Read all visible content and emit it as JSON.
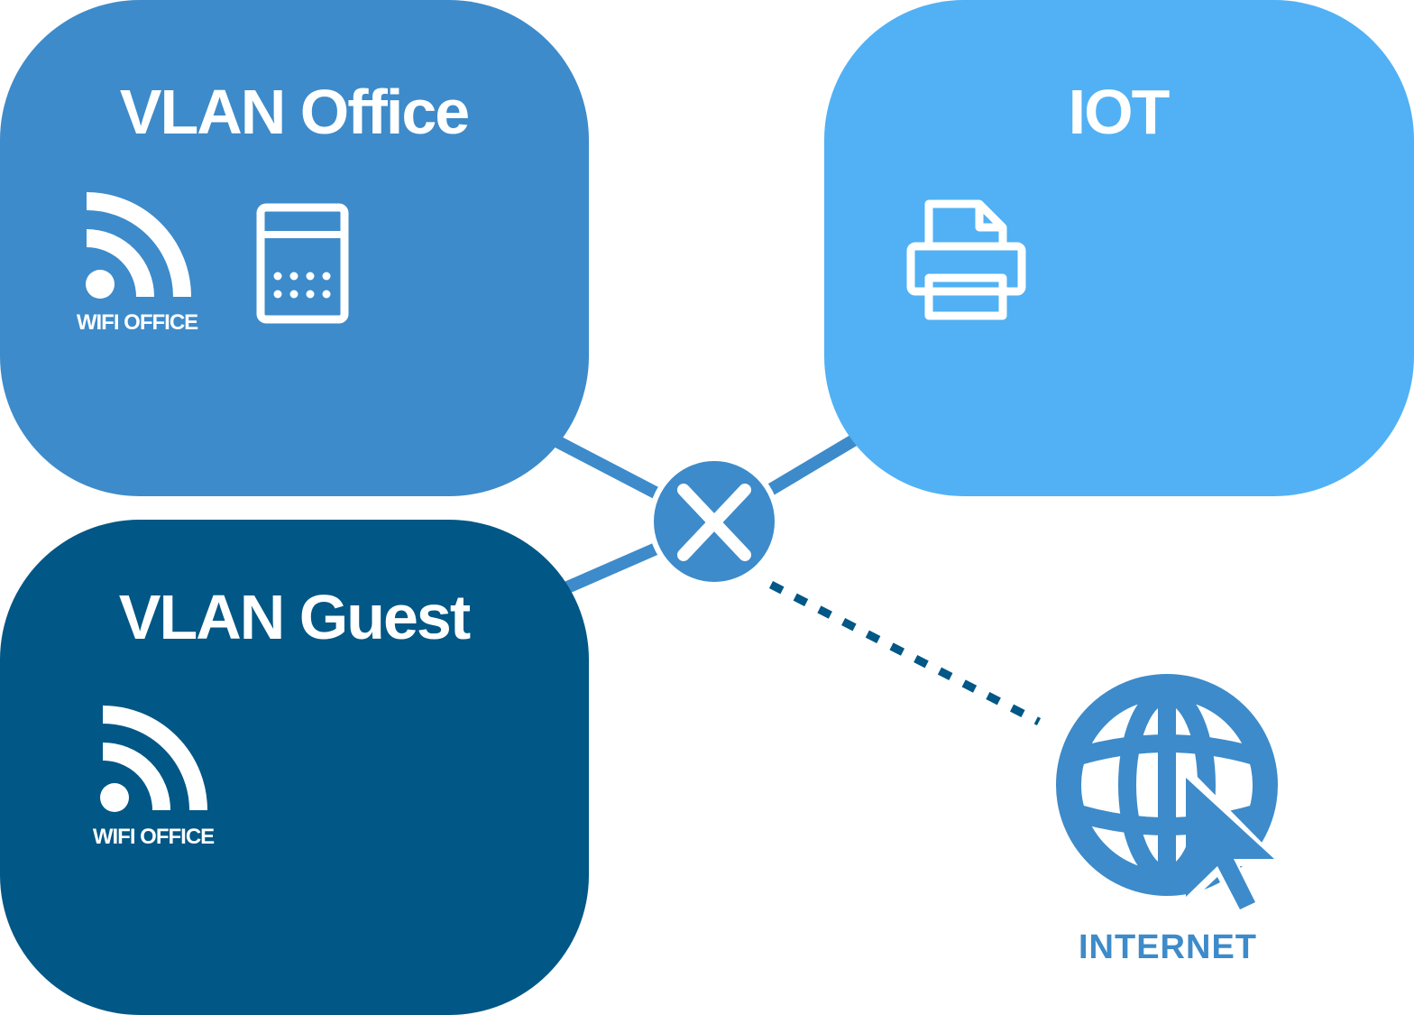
{
  "zones": {
    "office": {
      "title": "VLAN Office",
      "wifi_label": "WIFI OFFICE"
    },
    "iot": {
      "title": "IOT"
    },
    "guest": {
      "title": "VLAN Guest",
      "wifi_label": "WIFI OFFICE"
    }
  },
  "internet": {
    "label": "INTERNET"
  },
  "colors": {
    "office": "#3d8bca",
    "iot": "#51b1f4",
    "guest": "#015786",
    "switch": "#3d8bca",
    "link": "#3d8bca",
    "dotted": "#015786",
    "internet": "#3d8bca"
  },
  "icons": {
    "office_wifi": "wifi-icon",
    "office_device": "calculator-icon",
    "iot_device": "printer-icon",
    "guest_wifi": "wifi-icon",
    "switch": "close-x-icon",
    "internet": "globe-cursor-icon"
  }
}
